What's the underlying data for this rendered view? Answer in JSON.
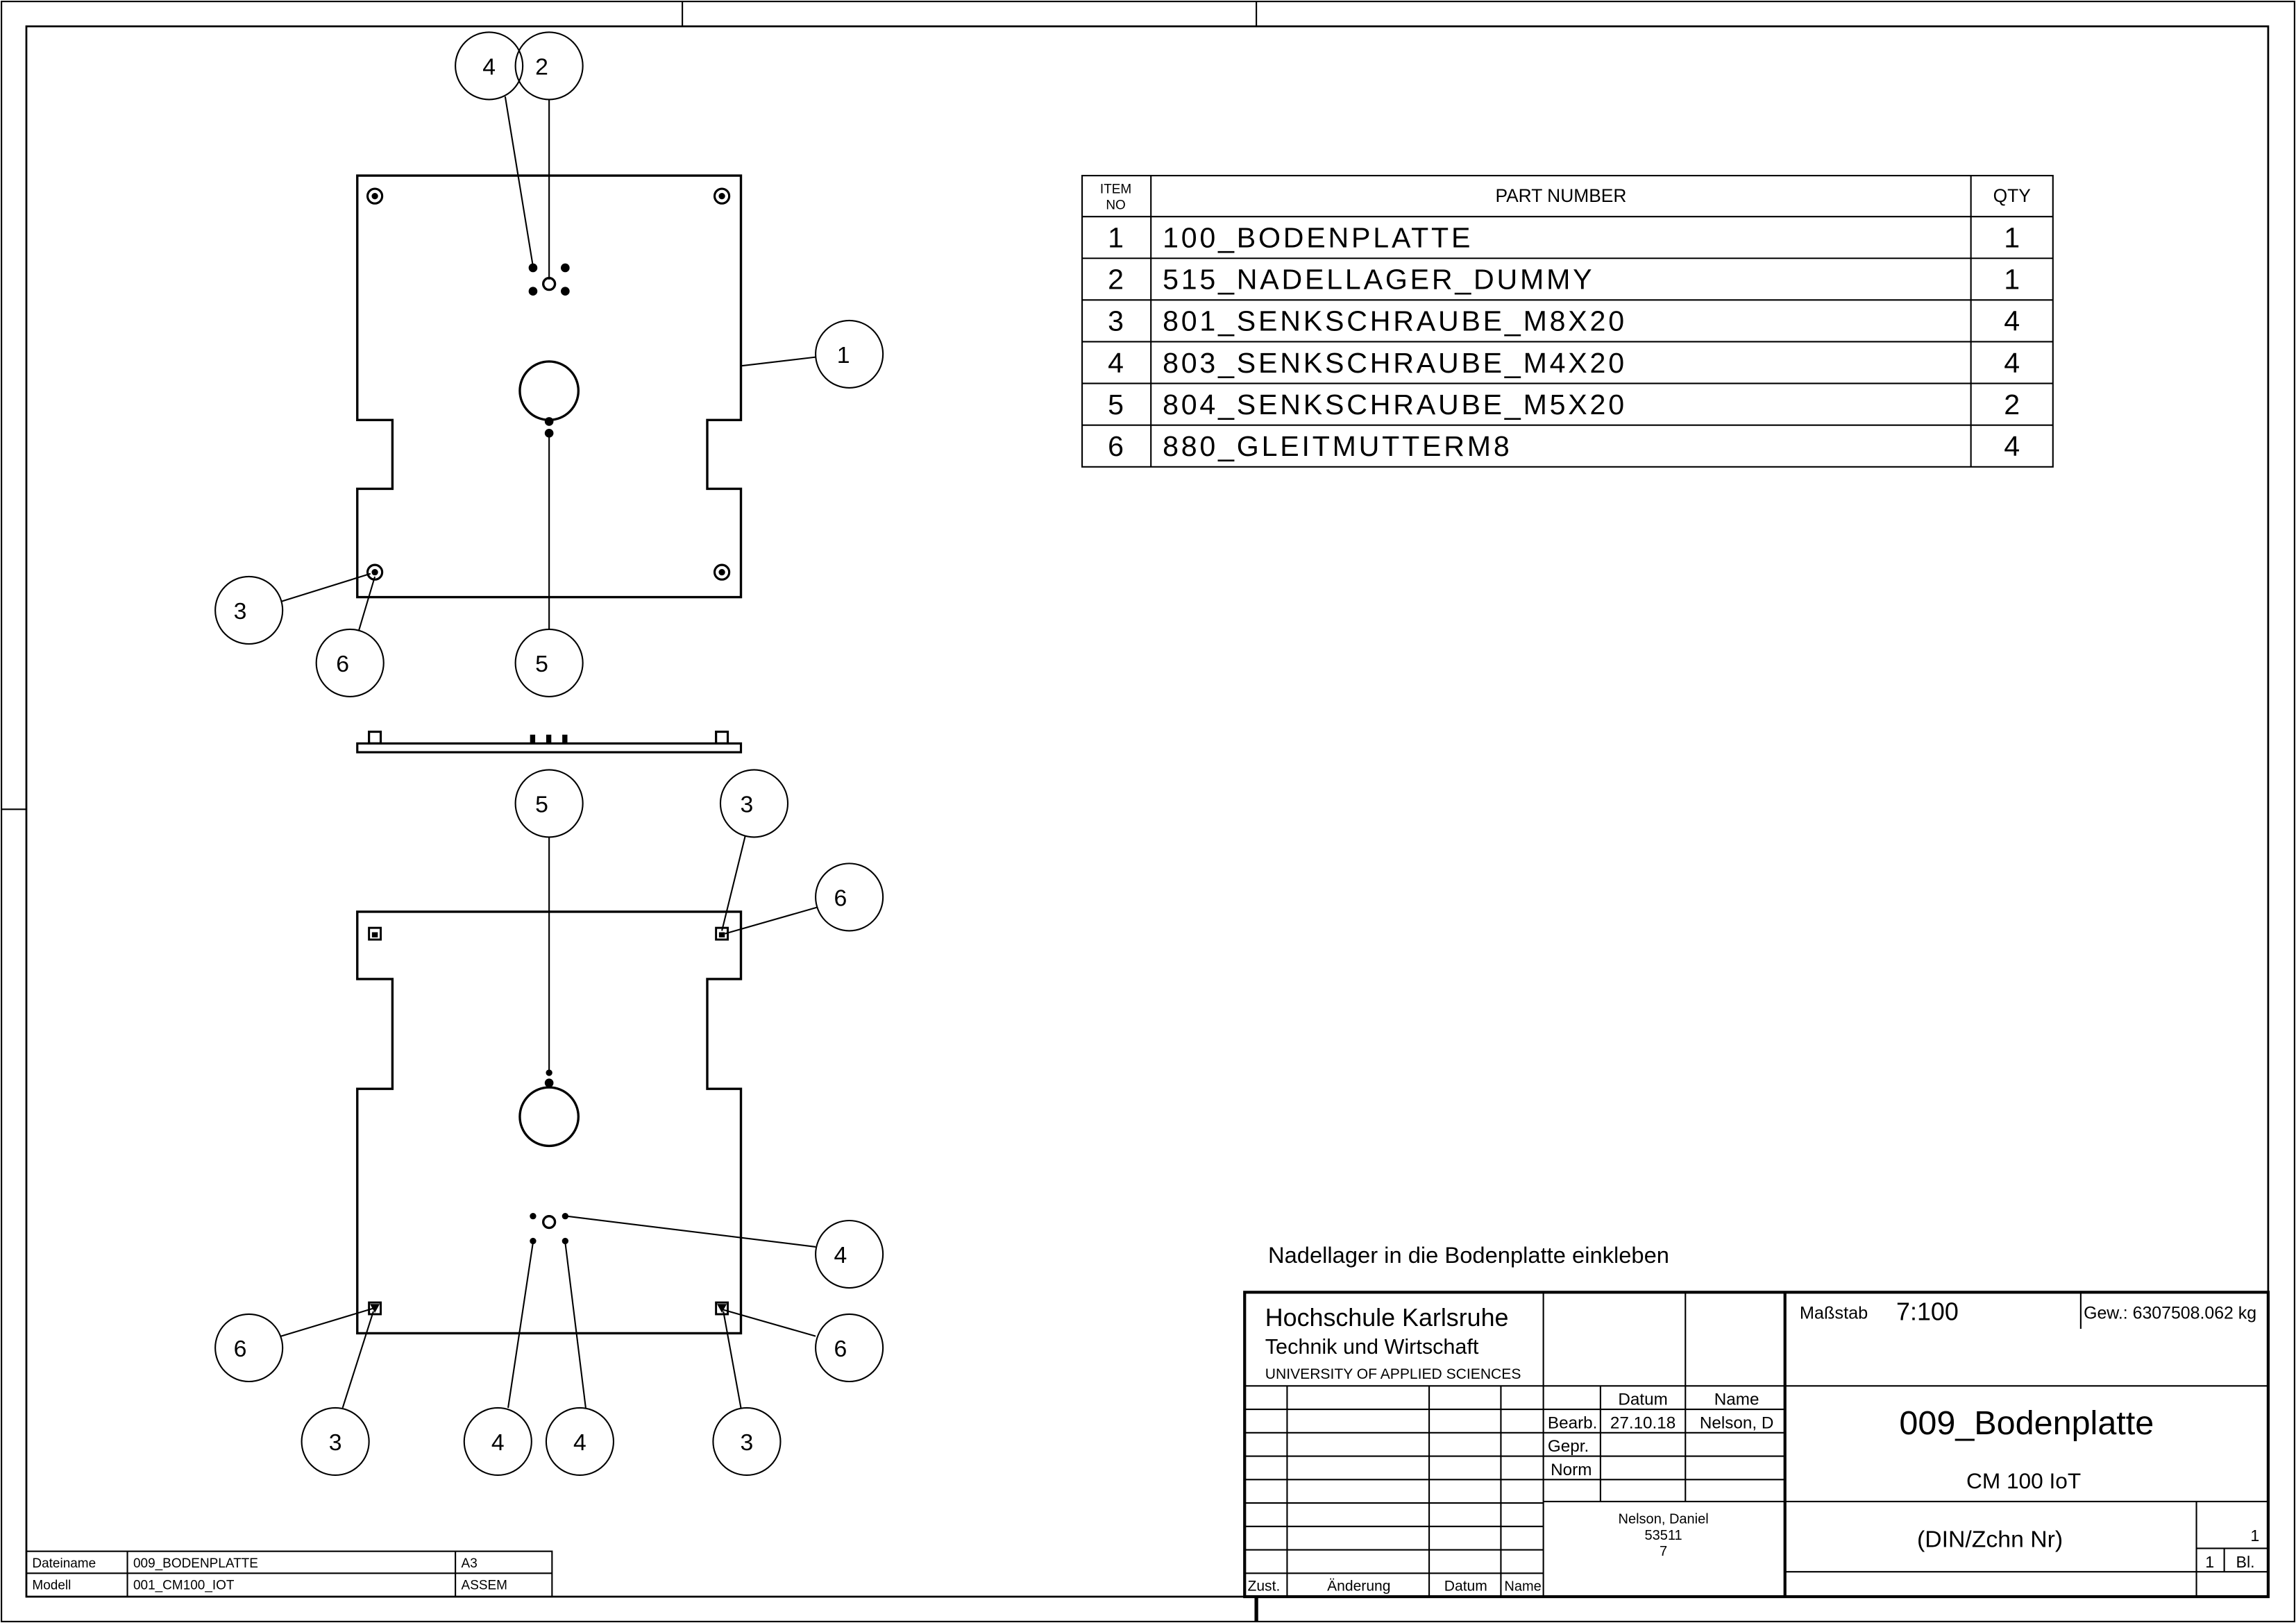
{
  "drawing": {
    "top_view": {
      "balloons": [
        "4",
        "2",
        "1",
        "3",
        "6",
        "5"
      ]
    },
    "bottom_view": {
      "balloons": [
        "5",
        "3",
        "6",
        "4",
        "6",
        "6",
        "3",
        "4",
        "4",
        "3"
      ]
    }
  },
  "bom": {
    "headers": {
      "item_line1": "ITEM",
      "item_line2": "NO",
      "part": "PART NUMBER",
      "qty": "QTY"
    },
    "rows": [
      {
        "item": "1",
        "part": "100_BODENPLATTE",
        "qty": "1"
      },
      {
        "item": "2",
        "part": "515_NADELLAGER_DUMMY",
        "qty": "1"
      },
      {
        "item": "3",
        "part": "801_SENKSCHRAUBE_M8X20",
        "qty": "4"
      },
      {
        "item": "4",
        "part": "803_SENKSCHRAUBE_M4X20",
        "qty": "4"
      },
      {
        "item": "5",
        "part": "804_SENKSCHRAUBE_M5X20",
        "qty": "2"
      },
      {
        "item": "6",
        "part": "880_GLEITMUTTERM8",
        "qty": "4"
      }
    ]
  },
  "note": "Nadellager in die Bodenplatte einkleben",
  "title_block": {
    "institution": "Hochschule Karlsruhe",
    "faculty": "Technik und Wirtschaft",
    "university": "UNIVERSITY OF APPLIED SCIENCES",
    "scale_label": "Maßstab",
    "scale": "7:100",
    "weight": "Gew.: 6307508.062 kg",
    "col_datum": "Datum",
    "col_name": "Name",
    "bearb_label": "Bearb.",
    "bearb_date": "27.10.18",
    "bearb_name": "Nelson, D",
    "gepr_label": "Gepr.",
    "norm_label": "Norm",
    "author_name": "Nelson, Daniel",
    "author_id": "53511",
    "author_extra": "7",
    "drawing_title": "009_Bodenplatte",
    "drawing_subtitle": "CM 100 IoT",
    "drawing_number": "(DIN/Zchn Nr)",
    "sheet_number": "1",
    "sheet_count": "1",
    "sheet_label": "Bl.",
    "revision_headers": {
      "zust": "Zust.",
      "aenderung": "Änderung",
      "datum": "Datum",
      "name": "Name"
    }
  },
  "file_info": {
    "dateiname_label": "Dateiname",
    "dateiname": "009_BODENPLATTE",
    "format": "A3",
    "modell_label": "Modell",
    "modell": "001_CM100_IOT",
    "type": "ASSEM"
  }
}
